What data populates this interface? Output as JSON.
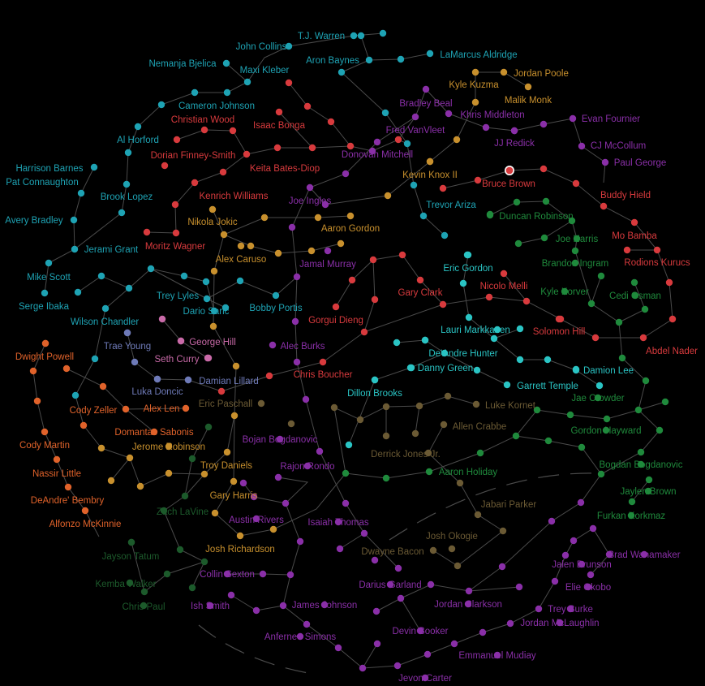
{
  "colors": {
    "background": "#000000",
    "edge": "#4a4a4a",
    "teal": "#1ea3b4",
    "red": "#d83a3d",
    "gold": "#c8902d",
    "purple": "#8a2fa8",
    "green": "#1f8a3c",
    "cyan": "#2ac4c4",
    "orange": "#e0622a",
    "olive": "#6b5a34",
    "pink": "#c96aa8",
    "slate": "#6e7ab8",
    "dkgreen": "#1c5a2b",
    "selected": "#ffffff"
  },
  "chart_data": {
    "type": "network",
    "selected": "Bruce Brown",
    "nodes": [
      {
        "label": "T.J. Warren",
        "group": "teal"
      },
      {
        "label": "John Collins",
        "group": "teal"
      },
      {
        "label": "Aron Baynes",
        "group": "teal"
      },
      {
        "label": "LaMarcus Aldridge",
        "group": "teal"
      },
      {
        "label": "Nemanja Bjelica",
        "group": "teal"
      },
      {
        "label": "Maxi Kleber",
        "group": "teal"
      },
      {
        "label": "Cameron Johnson",
        "group": "teal"
      },
      {
        "label": "Al Horford",
        "group": "teal"
      },
      {
        "label": "Harrison Barnes",
        "group": "teal"
      },
      {
        "label": "Pat Connaughton",
        "group": "teal"
      },
      {
        "label": "Brook Lopez",
        "group": "teal"
      },
      {
        "label": "Avery Bradley",
        "group": "teal"
      },
      {
        "label": "Jerami Grant",
        "group": "teal"
      },
      {
        "label": "Mike Scott",
        "group": "teal"
      },
      {
        "label": "Serge Ibaka",
        "group": "teal"
      },
      {
        "label": "Wilson Chandler",
        "group": "teal"
      },
      {
        "label": "Trey Lyles",
        "group": "teal"
      },
      {
        "label": "Dario Saric",
        "group": "teal"
      },
      {
        "label": "Bobby Portis",
        "group": "teal"
      },
      {
        "label": "Trevor Ariza",
        "group": "teal"
      },
      {
        "label": "Kyle Kuzma",
        "group": "gold"
      },
      {
        "label": "Jordan Poole",
        "group": "gold"
      },
      {
        "label": "Malik Monk",
        "group": "gold"
      },
      {
        "label": "Kevin Knox II",
        "group": "gold"
      },
      {
        "label": "Nikola Jokic",
        "group": "gold"
      },
      {
        "label": "Aaron Gordon",
        "group": "gold"
      },
      {
        "label": "Alex Caruso",
        "group": "gold"
      },
      {
        "label": "Troy Daniels",
        "group": "gold"
      },
      {
        "label": "Gary Harris",
        "group": "gold"
      },
      {
        "label": "Josh Richardson",
        "group": "gold"
      },
      {
        "label": "Jerome Robinson",
        "group": "gold"
      },
      {
        "label": "Christian Wood",
        "group": "red"
      },
      {
        "label": "Isaac Bonga",
        "group": "red"
      },
      {
        "label": "Dorian Finney-Smith",
        "group": "red"
      },
      {
        "label": "Keita Bates-Diop",
        "group": "red"
      },
      {
        "label": "Kenrich Williams",
        "group": "red"
      },
      {
        "label": "Moritz Wagner",
        "group": "red"
      },
      {
        "label": "Bruce Brown",
        "group": "red"
      },
      {
        "label": "Buddy Hield",
        "group": "red"
      },
      {
        "label": "Mo Bamba",
        "group": "red"
      },
      {
        "label": "Rodions Kurucs",
        "group": "red"
      },
      {
        "label": "Nicolo Melli",
        "group": "red"
      },
      {
        "label": "Gary Clark",
        "group": "red"
      },
      {
        "label": "Gorgui Dieng",
        "group": "red"
      },
      {
        "label": "Chris Boucher",
        "group": "red"
      },
      {
        "label": "Solomon Hill",
        "group": "red"
      },
      {
        "label": "Abdel Nader",
        "group": "red"
      },
      {
        "label": "Bradley Beal",
        "group": "purple"
      },
      {
        "label": "Khris Middleton",
        "group": "purple"
      },
      {
        "label": "Fred VanVleet",
        "group": "purple"
      },
      {
        "label": "Donovan Mitchell",
        "group": "purple"
      },
      {
        "label": "JJ Redick",
        "group": "purple"
      },
      {
        "label": "Evan Fournier",
        "group": "purple"
      },
      {
        "label": "CJ McCollum",
        "group": "purple"
      },
      {
        "label": "Paul George",
        "group": "purple"
      },
      {
        "label": "Joe Ingles",
        "group": "purple"
      },
      {
        "label": "Jamal Murray",
        "group": "purple"
      },
      {
        "label": "Alec Burks",
        "group": "purple"
      },
      {
        "label": "Bojan Bogdanovic",
        "group": "purple"
      },
      {
        "label": "Rajon Rondo",
        "group": "purple"
      },
      {
        "label": "Austin Rivers",
        "group": "purple"
      },
      {
        "label": "Isaiah Thomas",
        "group": "purple"
      },
      {
        "label": "Collin Sexton",
        "group": "purple"
      },
      {
        "label": "Ish Smith",
        "group": "purple"
      },
      {
        "label": "James Johnson",
        "group": "purple"
      },
      {
        "label": "Anfernee Simons",
        "group": "purple"
      },
      {
        "label": "Darius Garland",
        "group": "purple"
      },
      {
        "label": "Jordan Clarkson",
        "group": "purple"
      },
      {
        "label": "Devin Booker",
        "group": "purple"
      },
      {
        "label": "Jevon Carter",
        "group": "purple"
      },
      {
        "label": "Emmanuel Mudiay",
        "group": "purple"
      },
      {
        "label": "Jordan McLaughlin",
        "group": "purple"
      },
      {
        "label": "Trey Burke",
        "group": "purple"
      },
      {
        "label": "Jalen Brunson",
        "group": "purple"
      },
      {
        "label": "Elie Okobo",
        "group": "purple"
      },
      {
        "label": "Brad Wanamaker",
        "group": "purple"
      },
      {
        "label": "Duncan Robinson",
        "group": "green"
      },
      {
        "label": "Joe Harris",
        "group": "green"
      },
      {
        "label": "Brandon Ingram",
        "group": "green"
      },
      {
        "label": "Kyle Korver",
        "group": "green"
      },
      {
        "label": "Cedi Osman",
        "group": "green"
      },
      {
        "label": "Jae Crowder",
        "group": "green"
      },
      {
        "label": "Gordon Hayward",
        "group": "green"
      },
      {
        "label": "Bogdan Bogdanovic",
        "group": "green"
      },
      {
        "label": "Jaylen Brown",
        "group": "green"
      },
      {
        "label": "Furkan Korkmaz",
        "group": "green"
      },
      {
        "label": "Aaron Holiday",
        "group": "green"
      },
      {
        "label": "Eric Gordon",
        "group": "cyan"
      },
      {
        "label": "Lauri Markkanen",
        "group": "cyan"
      },
      {
        "label": "De'Andre Hunter",
        "group": "cyan"
      },
      {
        "label": "Danny Green",
        "group": "cyan"
      },
      {
        "label": "Damion Lee",
        "group": "cyan"
      },
      {
        "label": "Garrett Temple",
        "group": "cyan"
      },
      {
        "label": "Dillon Brooks",
        "group": "cyan"
      },
      {
        "label": "Luke Kornet",
        "group": "olive"
      },
      {
        "label": "Allen Crabbe",
        "group": "olive"
      },
      {
        "label": "Derrick Jones Jr.",
        "group": "olive"
      },
      {
        "label": "Jabari Parker",
        "group": "olive"
      },
      {
        "label": "Josh Okogie",
        "group": "olive"
      },
      {
        "label": "Dwayne Bacon",
        "group": "olive"
      },
      {
        "label": "Eric Paschall",
        "group": "olive"
      },
      {
        "label": "George Hill",
        "group": "pink"
      },
      {
        "label": "Seth Curry",
        "group": "pink"
      },
      {
        "label": "Trae Young",
        "group": "slate"
      },
      {
        "label": "Luka Doncic",
        "group": "slate"
      },
      {
        "label": "Damian Lillard",
        "group": "slate"
      },
      {
        "label": "Dwight Powell",
        "group": "orange"
      },
      {
        "label": "Cody Zeller",
        "group": "orange"
      },
      {
        "label": "Alex Len",
        "group": "orange"
      },
      {
        "label": "Domantas Sabonis",
        "group": "orange"
      },
      {
        "label": "Cody Martin",
        "group": "orange"
      },
      {
        "label": "Nassir Little",
        "group": "orange"
      },
      {
        "label": "DeAndre' Bembry",
        "group": "orange"
      },
      {
        "label": "Alfonzo McKinnie",
        "group": "orange"
      },
      {
        "label": "Zach LaVine",
        "group": "dkgreen"
      },
      {
        "label": "Jayson Tatum",
        "group": "dkgreen"
      },
      {
        "label": "Kemba Walker",
        "group": "dkgreen"
      },
      {
        "label": "Chris Paul",
        "group": "dkgreen"
      }
    ]
  }
}
